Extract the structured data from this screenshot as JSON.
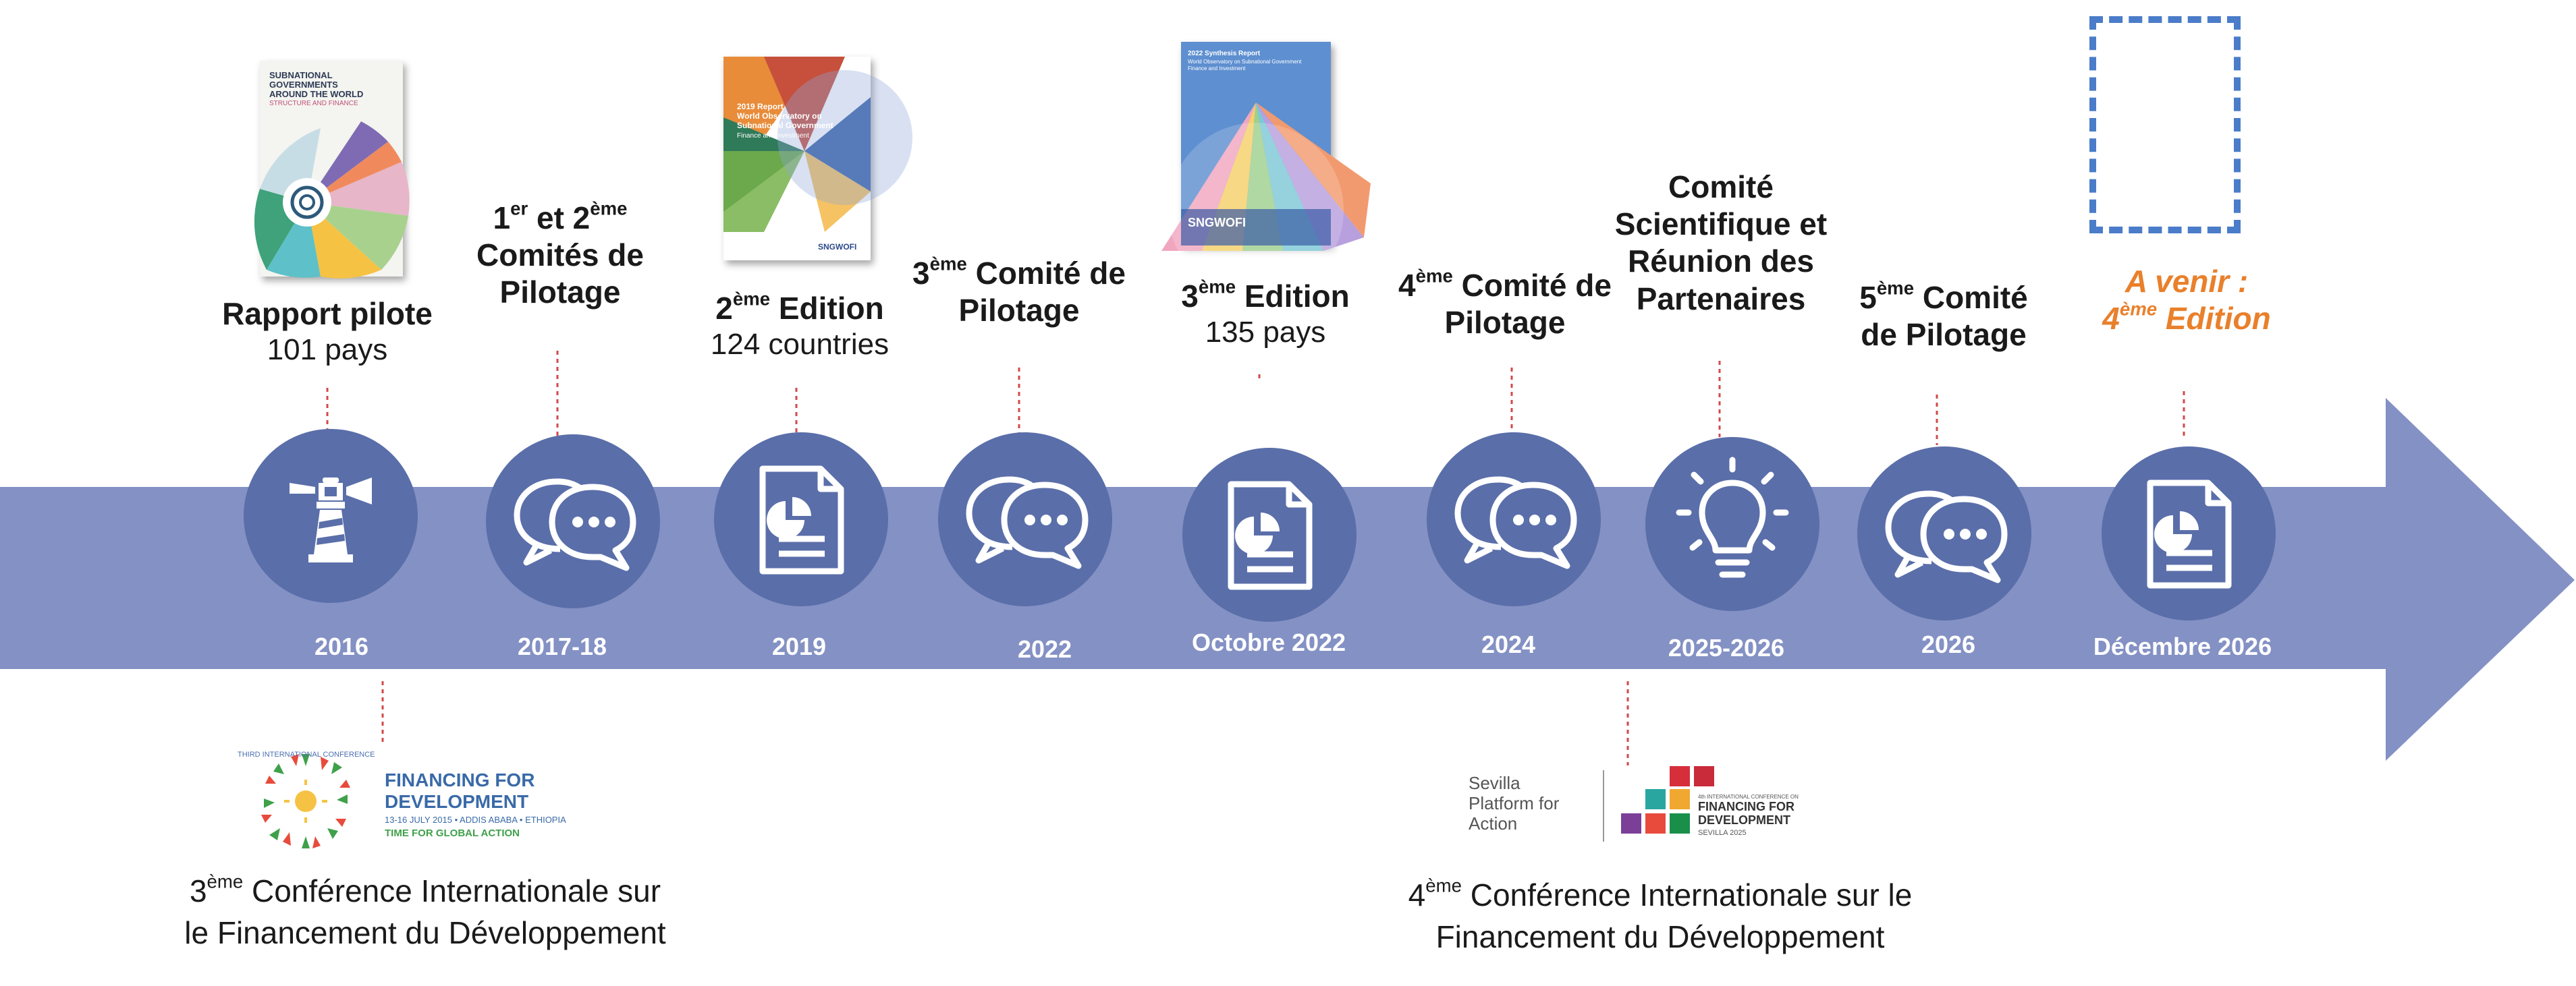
{
  "milestones": [
    {
      "id": "m2016",
      "year": "2016",
      "title": "Rapport pilote",
      "subtitle": "101 pays",
      "icon": "lighthouse-icon"
    },
    {
      "id": "m2017",
      "year": "2017-18",
      "title_sup_1": "er",
      "title_mid": " et 2",
      "title_sup_2": "ème",
      "title_line2": "Comités de",
      "title_line3": "Pilotage",
      "icon": "chat-bubbles-icon"
    },
    {
      "id": "m2019",
      "year": "2019",
      "title_num": "2",
      "title_sup": "ème",
      "title_rest": " Edition",
      "subtitle": "124 countries",
      "icon": "report-document-icon"
    },
    {
      "id": "m2022a",
      "year": "2022",
      "title_num": "3",
      "title_sup": "ème",
      "title_rest": " Comité de",
      "title_line2": "Pilotage",
      "icon": "chat-bubbles-icon"
    },
    {
      "id": "m2022b",
      "year": "Octobre 2022",
      "title_num": "3",
      "title_sup": "ème",
      "title_rest": " Edition",
      "subtitle": "135 pays",
      "icon": "report-document-icon"
    },
    {
      "id": "m2024",
      "year": "2024",
      "title_num": "4",
      "title_sup": "ème",
      "title_rest": " Comité de",
      "title_line2": "Pilotage",
      "icon": "chat-bubbles-icon"
    },
    {
      "id": "m2025",
      "year": "2025-2026",
      "title_line1": "Comité",
      "title_line2": "Scientifique et",
      "title_line3": "Réunion des",
      "title_line4": "Partenaires",
      "icon": "lightbulb-icon"
    },
    {
      "id": "m2026",
      "year": "2026",
      "title_num": "5",
      "title_sup": "ème",
      "title_rest": " Comité",
      "title_line2": "de Pilotage",
      "icon": "chat-bubbles-icon"
    },
    {
      "id": "m2026b",
      "year": "Décembre 2026",
      "title_line1": "A venir :",
      "title_num": "4",
      "title_sup": "ème",
      "title_rest": " Edition",
      "icon": "report-document-icon"
    }
  ],
  "covers": {
    "c2016": {
      "lines": [
        "SUBNATIONAL",
        "GOVERNMENTS",
        "AROUND THE WORLD",
        "STRUCTURE AND FINANCE"
      ]
    },
    "c2019": {
      "lines": [
        "2019 Report",
        "World Observatory on",
        "Subnational Government",
        "Finance and Investment"
      ],
      "brand": "SNGWOFI"
    },
    "c2022": {
      "lines": [
        "2022 Synthesis Report",
        "World Observatory on Subnational Government",
        "Finance and Investment"
      ],
      "brand": "SNGWOFI"
    }
  },
  "conferences": {
    "ffd3": {
      "num": "3",
      "sup": "ème",
      "rest": " Conférence Internationale sur",
      "line2": "le Financement du Développement",
      "logo_line1": "FINANCING FOR",
      "logo_line2": "DEVELOPMENT",
      "logo_line3": "13-16 JULY 2015 • ADDIS ABABA • ETHIOPIA",
      "logo_line4": "TIME FOR GLOBAL ACTION",
      "logo_ring": "THIRD INTERNATIONAL CONFERENCE"
    },
    "ffd4": {
      "num": "4",
      "sup": "ème",
      "rest": " Conférence Internationale sur le",
      "line2": "Financement du Développement",
      "logo_sev1": "Sevilla",
      "logo_sev2": "Platform for",
      "logo_sev3": "Action",
      "logo_small": "4th INTERNATIONAL CONFERENCE ON",
      "logo_line1": "FINANCING FOR",
      "logo_line2": "DEVELOPMENT",
      "logo_line3": "SEVILLA 2025"
    }
  },
  "colors": {
    "arrow": "#8491c4",
    "circle": "#5a6ea9",
    "accent": "#e9802b",
    "dashed": "#4a7cc9",
    "connector": "#d04a4a"
  }
}
